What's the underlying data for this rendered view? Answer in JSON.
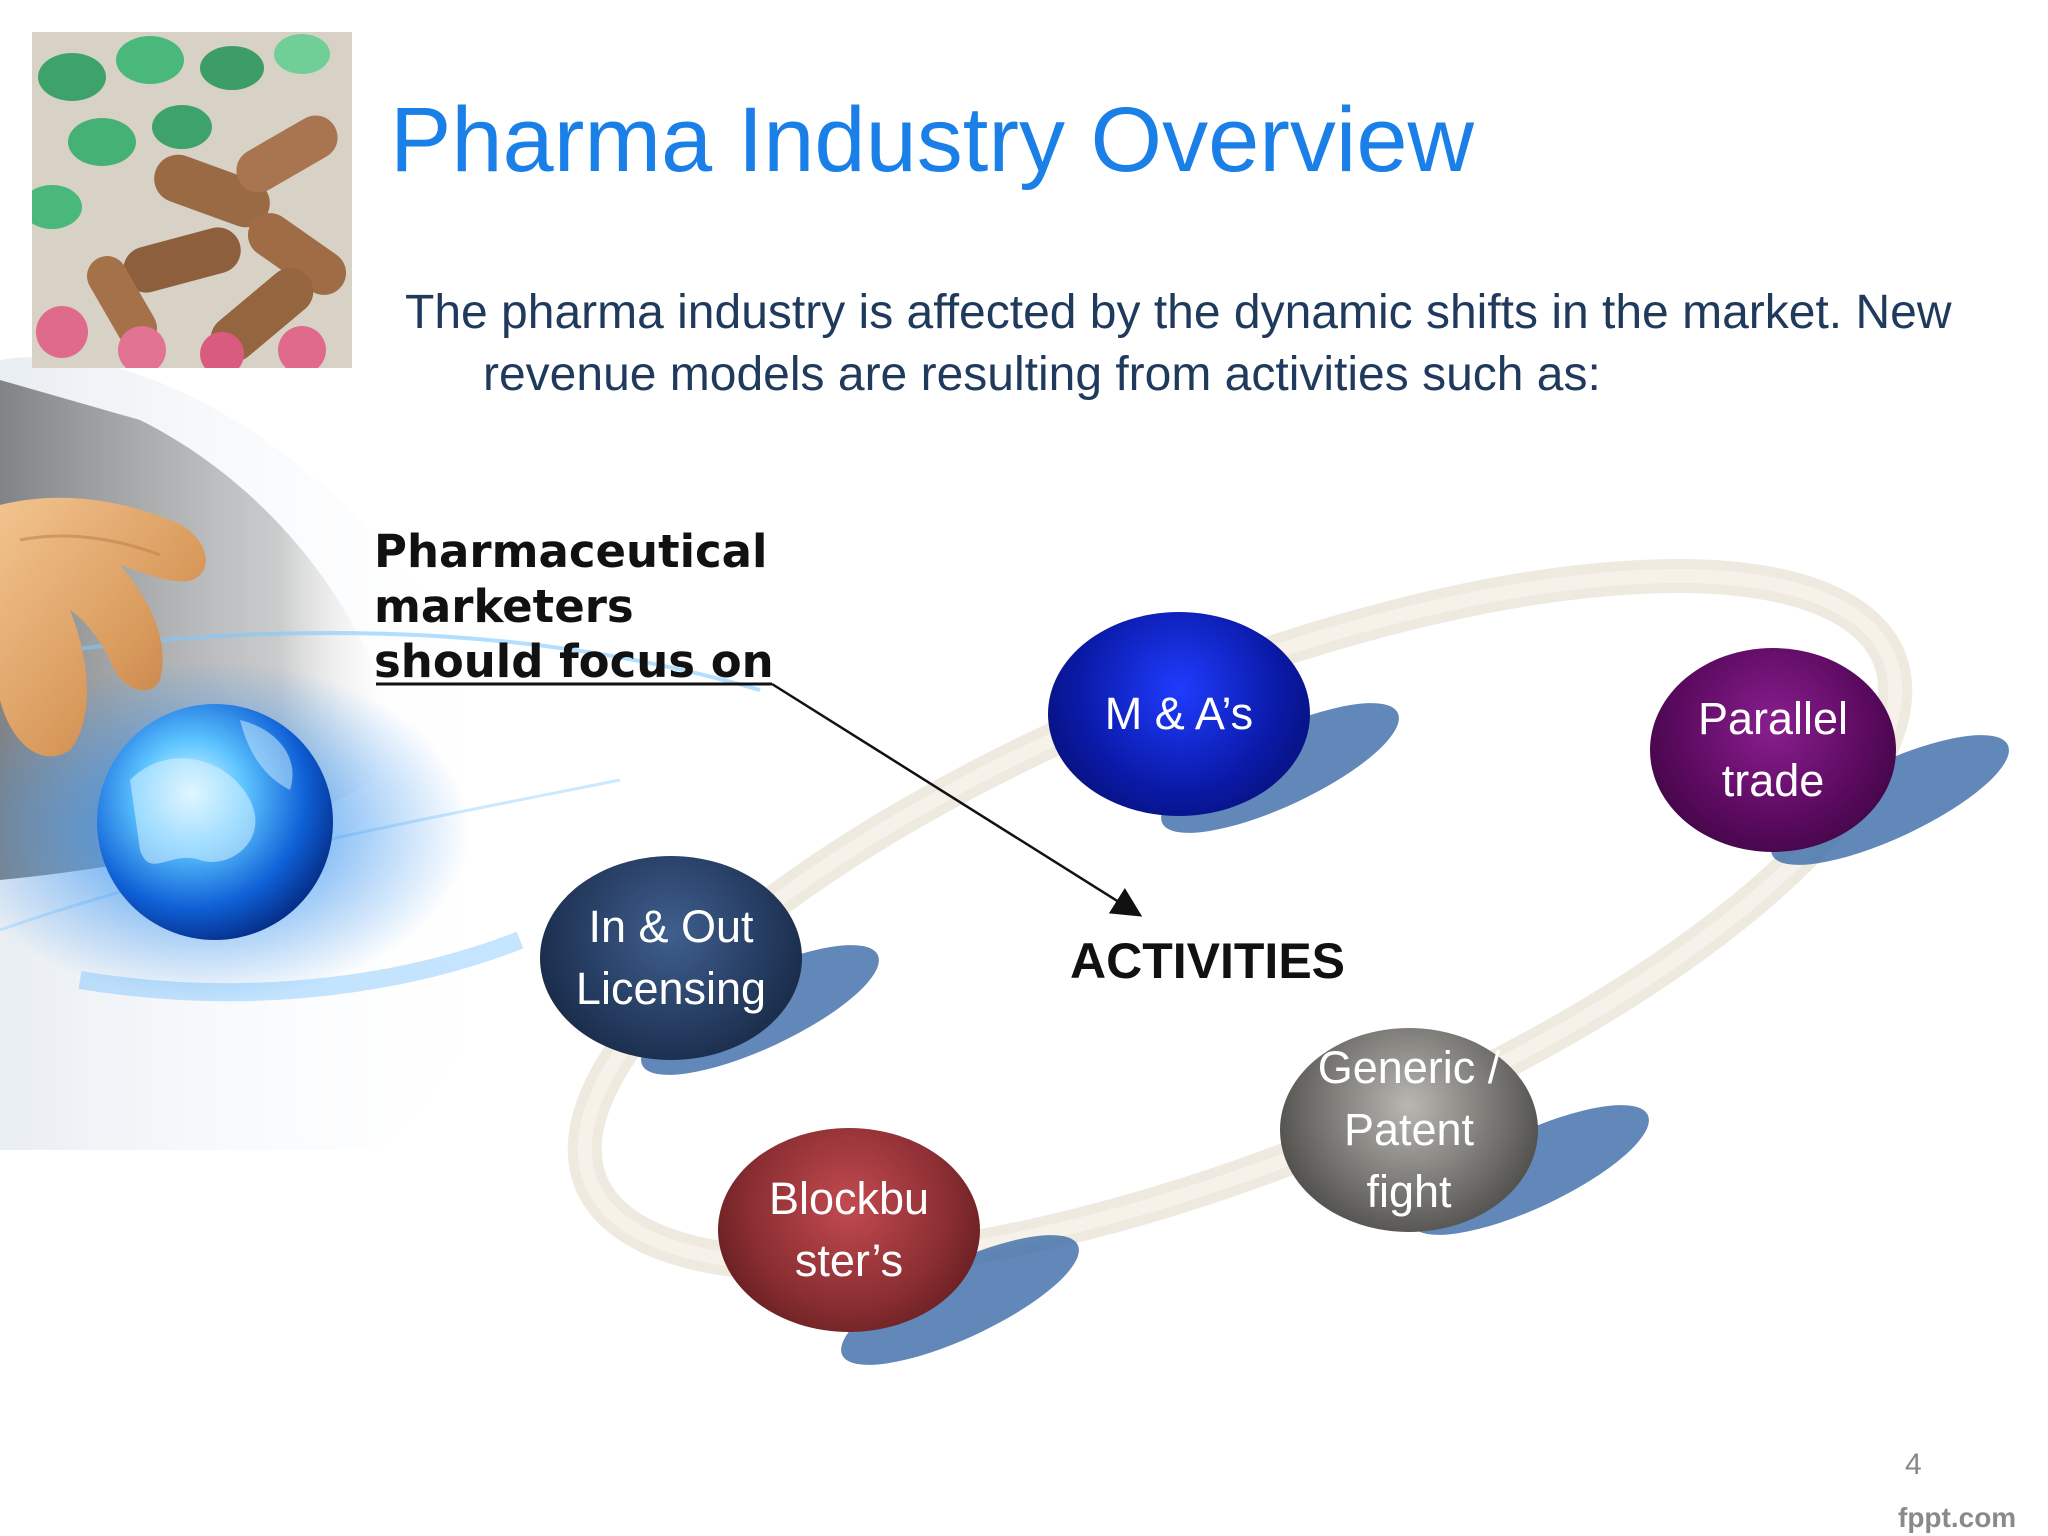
{
  "slide": {
    "title": "Pharma Industry Overview",
    "intro": "The pharma industry is affected by the dynamic shifts in the market. New revenue models are resulting from activities such as:",
    "focus_line1": "Pharmaceutical",
    "focus_line2": "marketers",
    "focus_line3": "should focus on",
    "center_label": "ACTIVITIES",
    "page_number": "4",
    "watermark": "fppt.com"
  },
  "nodes": [
    {
      "id": "ma",
      "line1": "M & A’s",
      "line2": "",
      "line3": "",
      "color": "#0a1aa8"
    },
    {
      "id": "parallel-trade",
      "line1": "Parallel",
      "line2": "trade",
      "line3": "",
      "color": "#5a0a5e"
    },
    {
      "id": "licensing",
      "line1": "In & Out",
      "line2": "Licensing",
      "line3": "",
      "color": "#243a5e"
    },
    {
      "id": "generic-patent",
      "line1": "Generic /",
      "line2": "Patent",
      "line3": "fight",
      "color": "#5a5a58"
    },
    {
      "id": "blockbusters",
      "line1": "Blockbu",
      "line2": "ster’s",
      "line3": "",
      "color": "#8a2e32"
    }
  ],
  "colors": {
    "title": "#1a7fe6",
    "body_text": "#1f3a5c",
    "node_shadow": "#3a6aa8",
    "ring": "#e8e4d8"
  }
}
